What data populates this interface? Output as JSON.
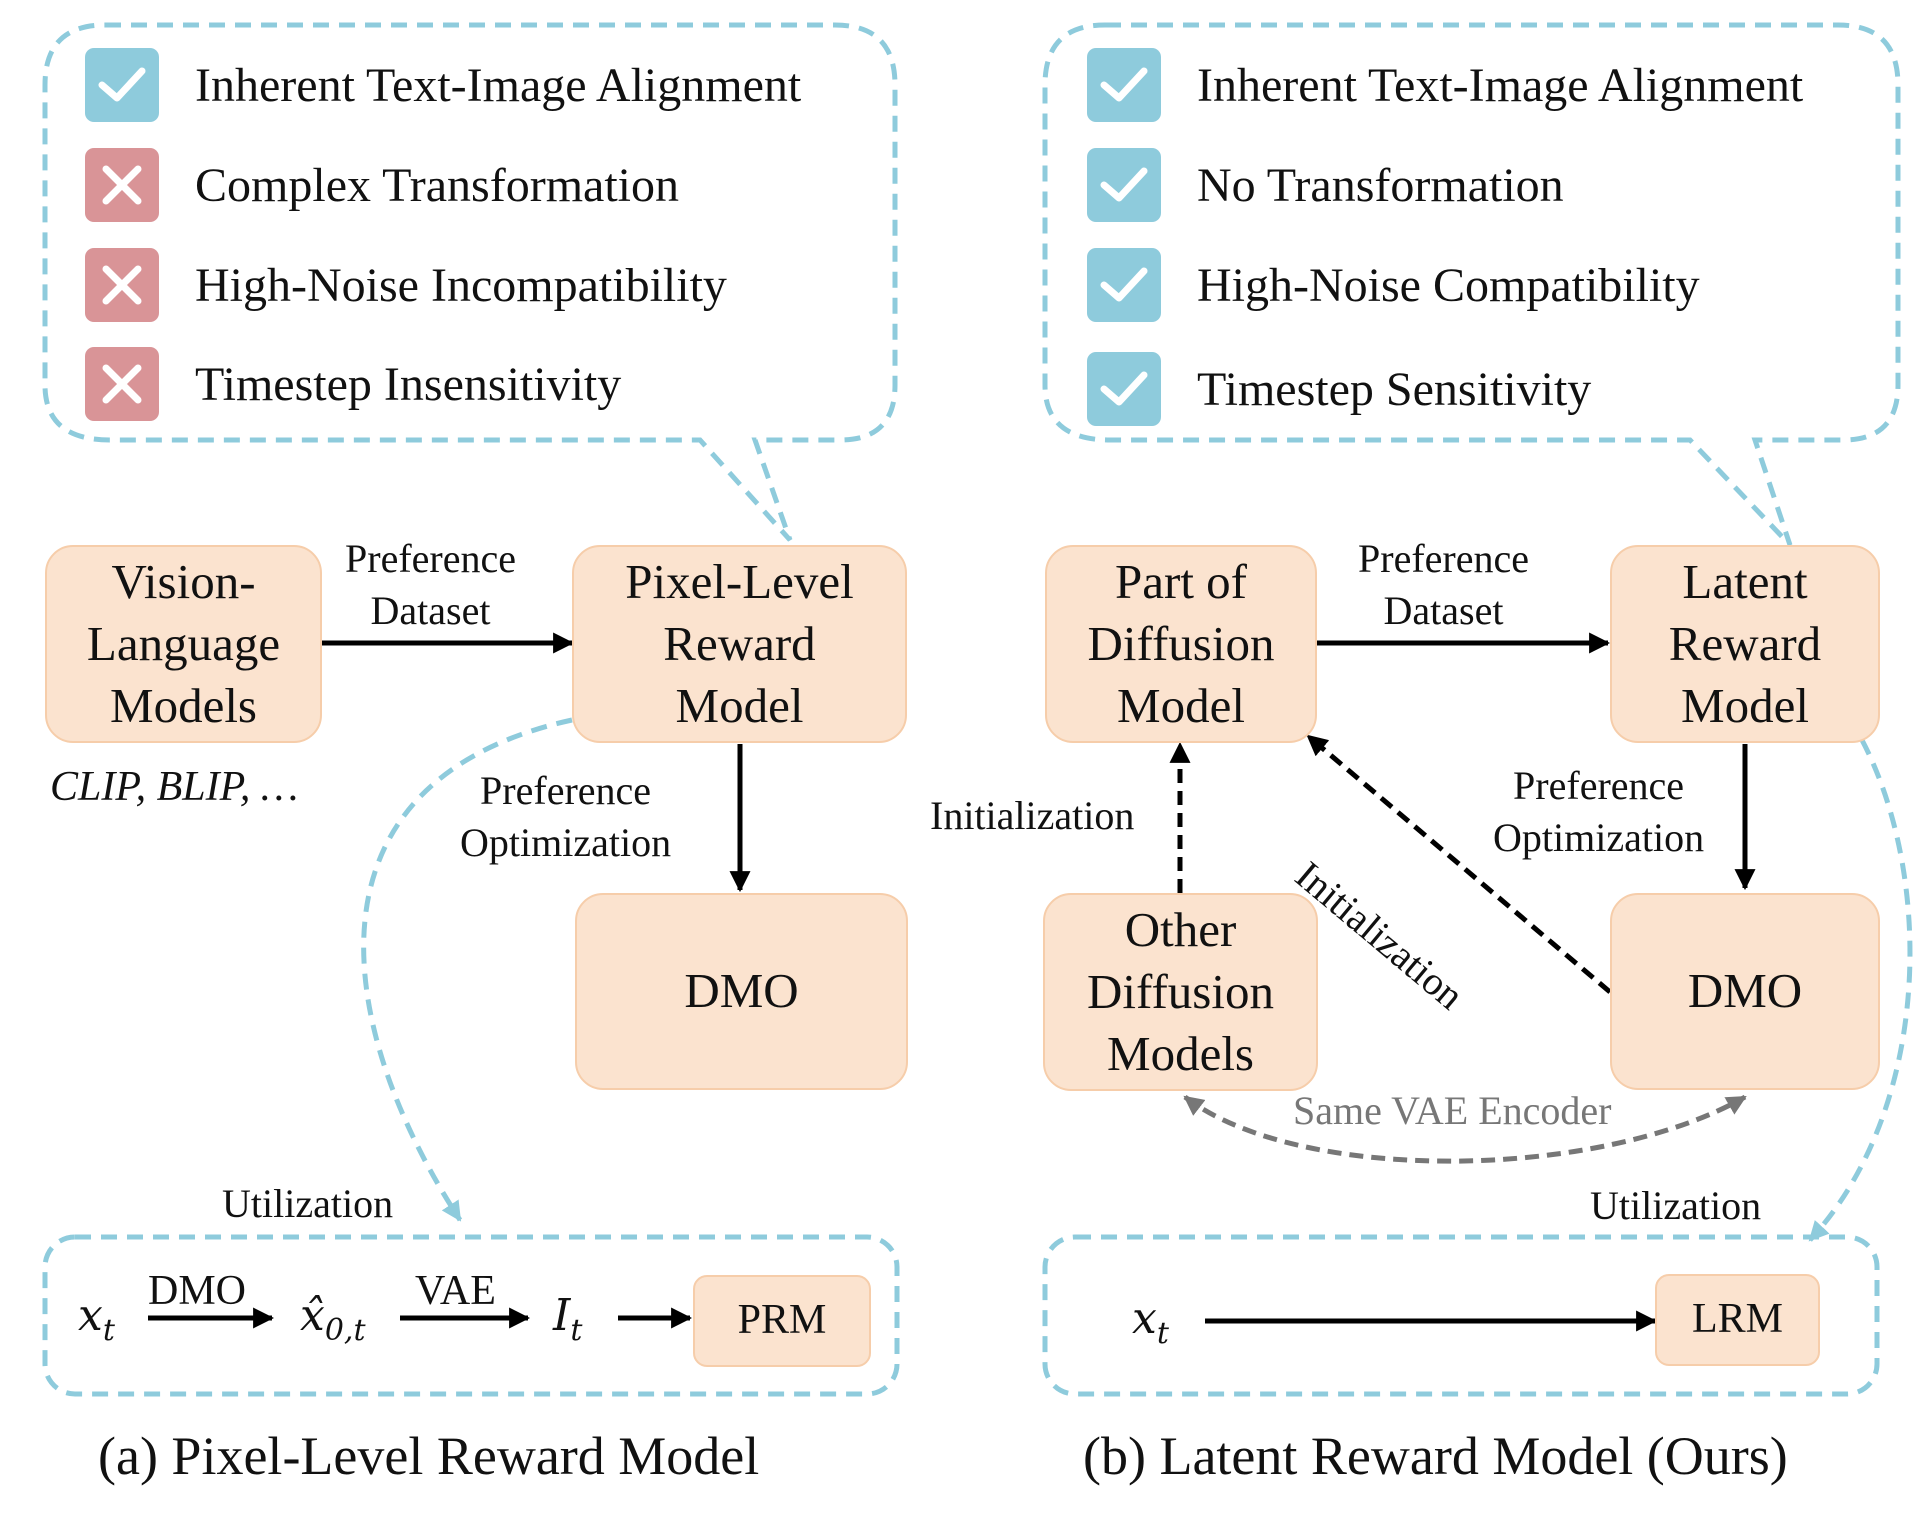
{
  "left": {
    "properties": [
      {
        "status": "check",
        "text": "Inherent Text-Image Alignment"
      },
      {
        "status": "cross",
        "text": "Complex Transformation"
      },
      {
        "status": "cross",
        "text": "High-Noise Incompatibility"
      },
      {
        "status": "cross",
        "text": "Timestep Insensitivity"
      }
    ],
    "nodes": {
      "vlm": [
        "Vision-",
        "Language",
        "Models"
      ],
      "prm_model": [
        "Pixel-Level",
        "Reward",
        "Model"
      ],
      "dmo": "DMO"
    },
    "vlm_examples": "CLIP, BLIP, …",
    "edge_preference_dataset": [
      "Preference",
      "Dataset"
    ],
    "edge_preference_optimization": [
      "Preference",
      "Optimization"
    ],
    "utilization": "Utilization",
    "pipeline": {
      "x_t": "x",
      "x_t_sub": "t",
      "dmo_label": "DMO",
      "x0_hat": "x̂",
      "x0_hat_sub": "0,t",
      "vae_label": "VAE",
      "i_t": "I",
      "i_t_sub": "t",
      "prm": "PRM"
    },
    "caption": "(a) Pixel-Level Reward Model"
  },
  "right": {
    "properties": [
      {
        "status": "check",
        "text": "Inherent Text-Image Alignment"
      },
      {
        "status": "check",
        "text": "No Transformation"
      },
      {
        "status": "check",
        "text": "High-Noise Compatibility"
      },
      {
        "status": "check",
        "text": "Timestep Sensitivity"
      }
    ],
    "nodes": {
      "part_dm": [
        "Part of",
        "Diffusion",
        "Model"
      ],
      "lrm_model": [
        "Latent",
        "Reward",
        "Model"
      ],
      "other_dm": [
        "Other",
        "Diffusion",
        "Models"
      ],
      "dmo": "DMO"
    },
    "edge_preference_dataset": [
      "Preference",
      "Dataset"
    ],
    "edge_preference_optimization": [
      "Preference",
      "Optimization"
    ],
    "edge_initialization_vertical": "Initialization",
    "edge_initialization_diagonal": "Initialization",
    "edge_same_vae": "Same VAE Encoder",
    "utilization": "Utilization",
    "pipeline": {
      "x_t": "x",
      "x_t_sub": "t",
      "lrm": "LRM"
    },
    "caption": "(b) Latent Reward Model (Ours)"
  },
  "colors": {
    "node_fill": "#fbe3cf",
    "node_border": "#f6cdaa",
    "dashed_callout": "#8ecbdc",
    "check_badge": "#8ecbdc",
    "cross_badge": "#d99497",
    "arrow": "#000000",
    "vae_arrow": "#777777"
  }
}
